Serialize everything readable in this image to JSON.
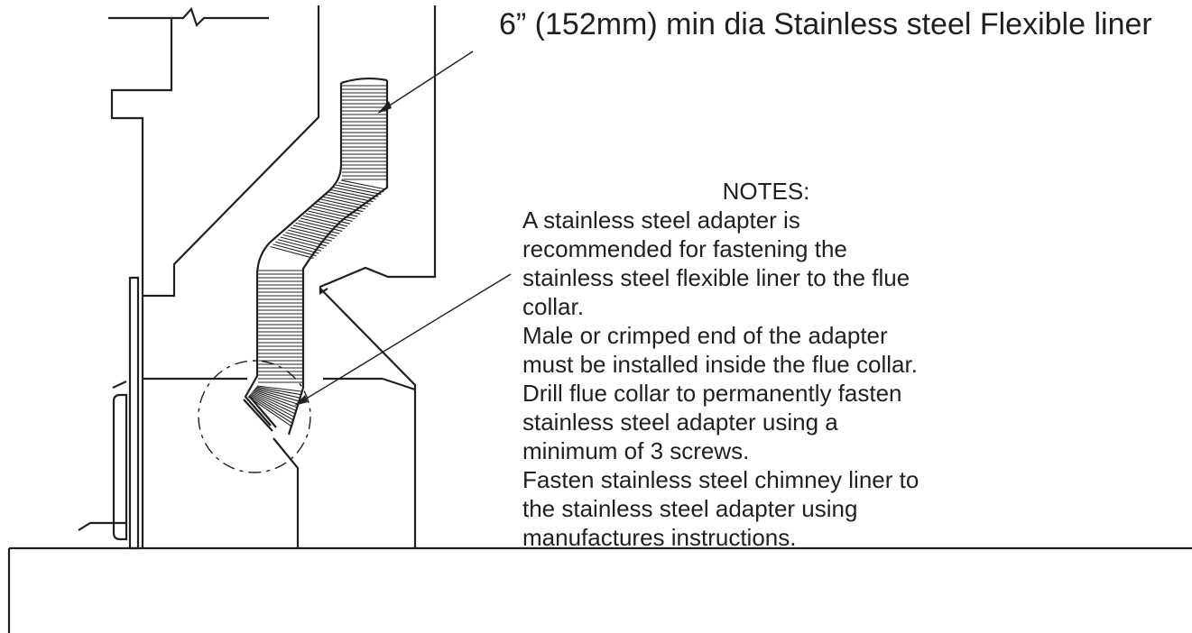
{
  "liner_label": "6” (152mm) min dia Stainless steel Flexible liner",
  "notes": {
    "title": "NOTES:",
    "lines": [
      "A stainless steel adapter is",
      "recommended for fastening the",
      "stainless steel flexible liner to the flue",
      "collar.",
      "Male or crimped end of the adapter",
      "must be installed inside the flue collar.",
      "Drill flue collar to permanently fasten",
      "stainless steel adapter using a",
      "minimum of 3 screws.",
      "Fasten stainless steel chimney liner to",
      "the stainless steel adapter using",
      "manufactures instructions."
    ]
  }
}
